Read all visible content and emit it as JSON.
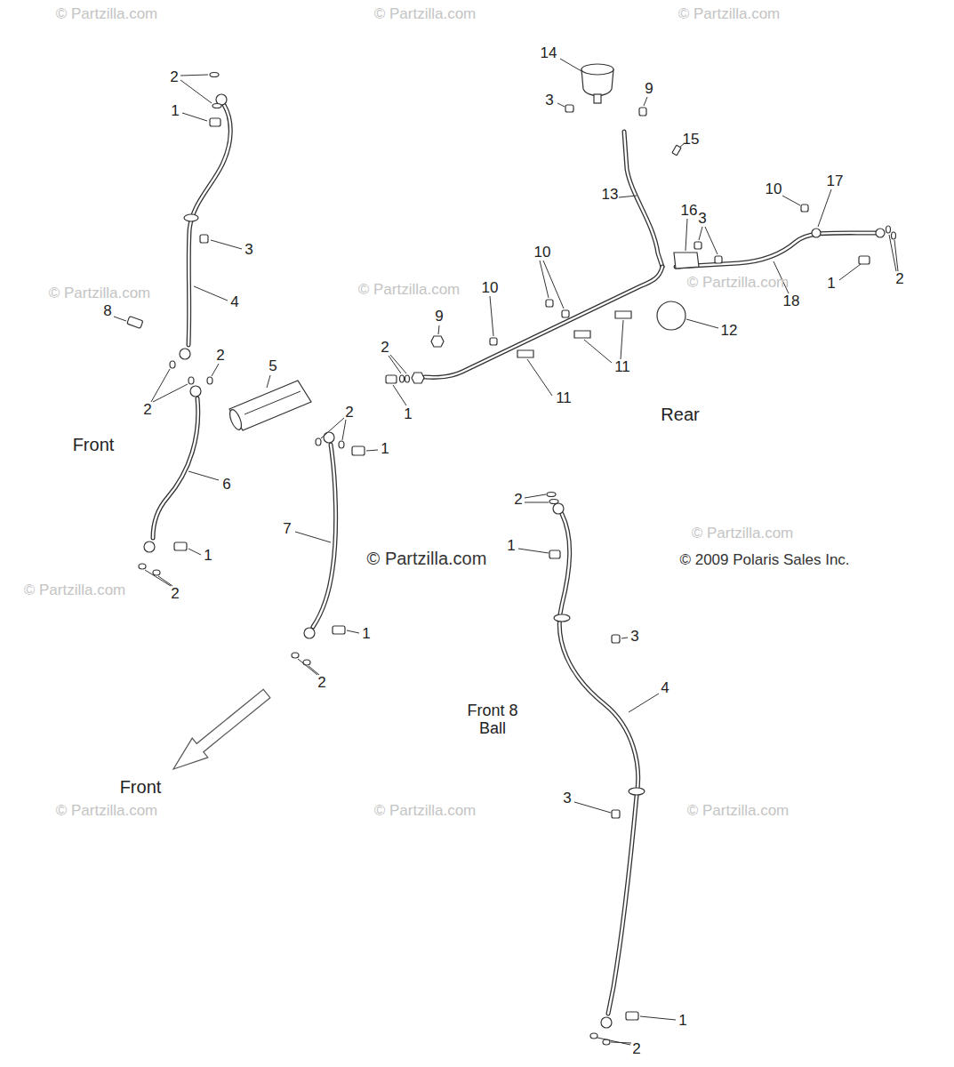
{
  "diagram": {
    "labels": [
      "© Partzilla.com",
      "© Partzilla.com",
      "© Partzilla.com",
      "© Partzilla.com",
      "© Partzilla.com",
      "© Partzilla.com",
      "© Partzilla.com",
      "© Partzilla.com",
      "© Partzilla.com",
      "© Partzilla.com",
      "© Partzilla.com",
      "© Partzilla.com",
      "© 2009 Polaris Sales Inc.",
      "2",
      "1",
      "3",
      "4",
      "8",
      "2",
      "2",
      "5",
      "Front",
      "6",
      "1",
      "2",
      "2",
      "1",
      "7",
      "1",
      "2",
      "Front",
      "14",
      "3",
      "9",
      "15",
      "13",
      "16",
      "3",
      "10",
      "17",
      "10",
      "10",
      "9",
      "2",
      "1",
      "11",
      "11",
      "12",
      "Rear",
      "18",
      "1",
      "2",
      "2",
      "1",
      "3",
      "Front 8 Ball",
      "4",
      "3",
      "1",
      "2"
    ]
  }
}
